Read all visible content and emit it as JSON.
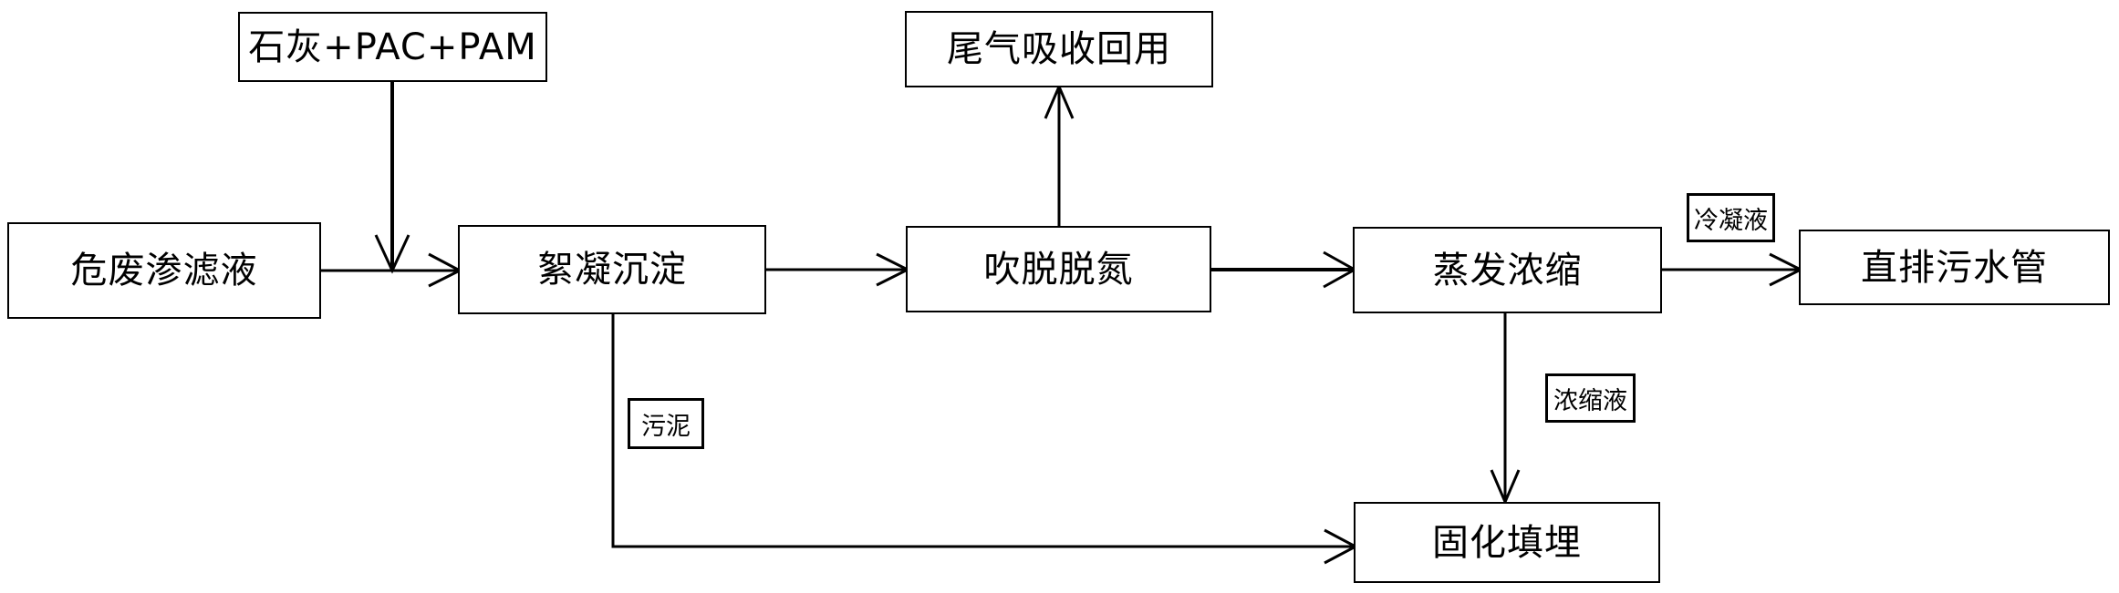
{
  "diagram": {
    "title": "",
    "type": "process-flow",
    "stroke_color": "#000000",
    "background_color": "#ffffff",
    "nodes": [
      {
        "id": "leachate",
        "label": "危废渗滤液"
      },
      {
        "id": "reagents",
        "label": "石灰+PAC+PAM"
      },
      {
        "id": "flocculation",
        "label": "絮凝沉淀"
      },
      {
        "id": "offgas",
        "label": "尾气吸收回用"
      },
      {
        "id": "stripping",
        "label": "吹脱脱氮"
      },
      {
        "id": "evaporation",
        "label": "蒸发浓缩"
      },
      {
        "id": "discharge",
        "label": "直排污水管"
      },
      {
        "id": "landfill",
        "label": "固化填埋"
      }
    ],
    "edge_labels": [
      {
        "id": "condensate",
        "label": "冷凝液"
      },
      {
        "id": "sludge",
        "label": "污泥"
      },
      {
        "id": "concentrate",
        "label": "浓缩液"
      }
    ],
    "edges": [
      {
        "from": "leachate",
        "to": "flocculation",
        "label": ""
      },
      {
        "from": "reagents",
        "to": "flocculation",
        "label": ""
      },
      {
        "from": "flocculation",
        "to": "stripping",
        "label": ""
      },
      {
        "from": "stripping",
        "to": "offgas",
        "label": ""
      },
      {
        "from": "stripping",
        "to": "evaporation",
        "label": ""
      },
      {
        "from": "evaporation",
        "to": "discharge",
        "label": "冷凝液"
      },
      {
        "from": "evaporation",
        "to": "landfill",
        "label": "浓缩液"
      },
      {
        "from": "flocculation",
        "to": "landfill",
        "label": "污泥"
      }
    ]
  }
}
